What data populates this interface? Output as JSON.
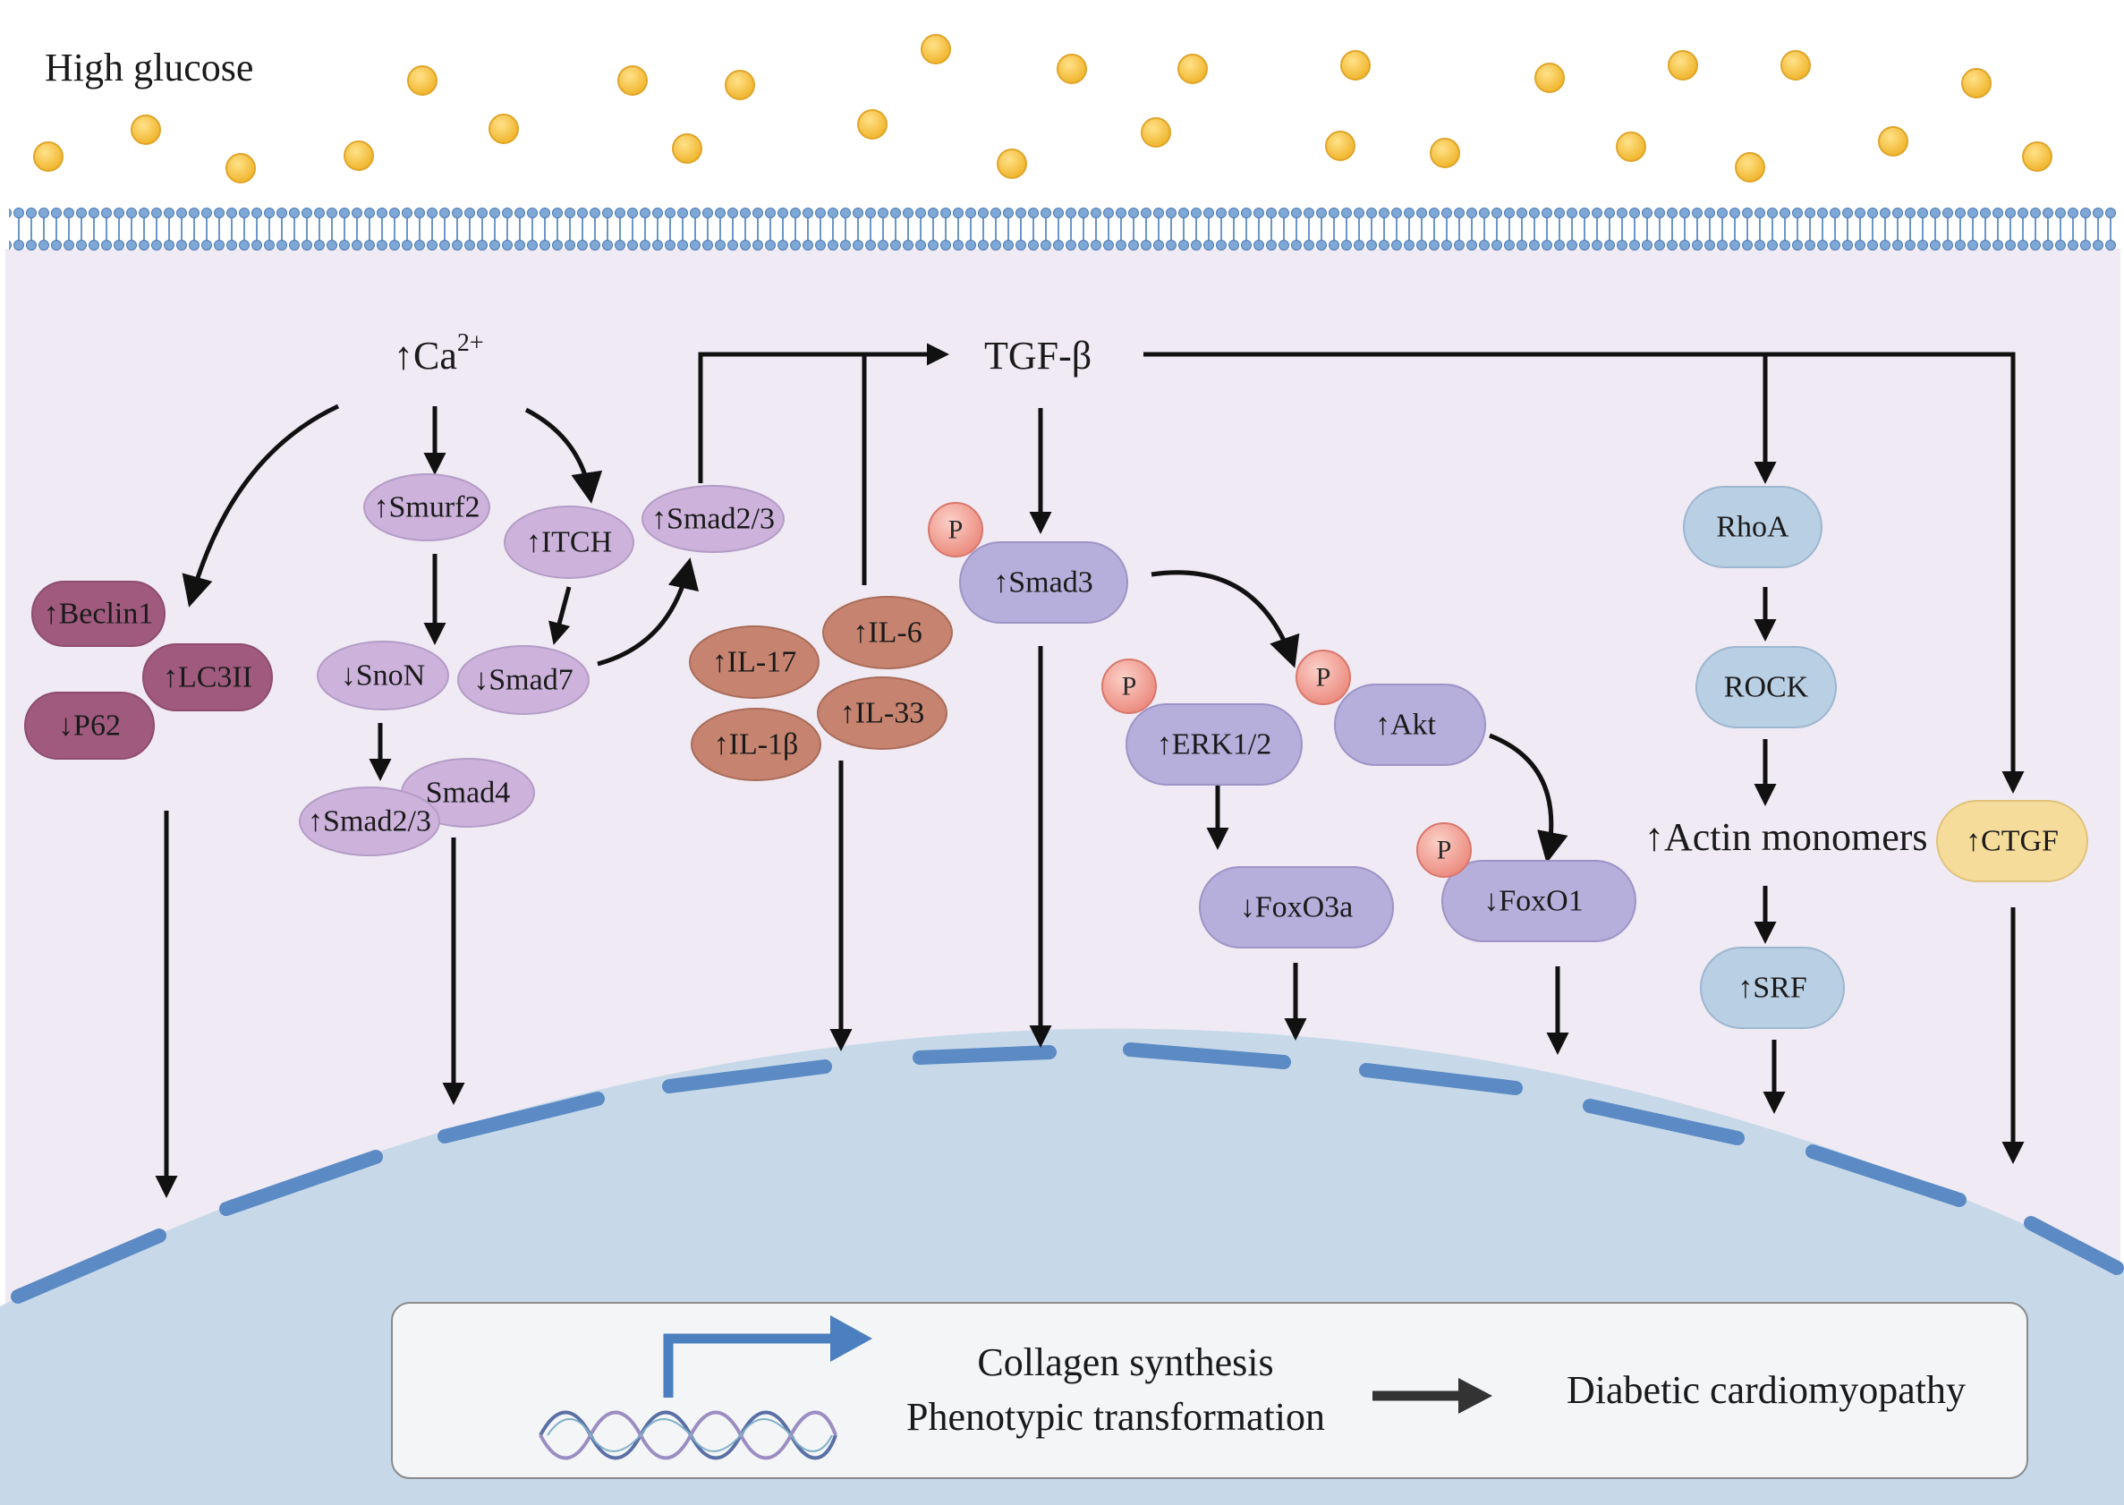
{
  "labels": {
    "high_glucose": "High glucose",
    "ca": "↑Ca",
    "ca_sup": "2+",
    "tgf": "TGF-β",
    "actin": "↑Actin monomers",
    "collagen": "Collagen synthesis",
    "phenotypic": "Phenotypic transformation",
    "dcm": "Diabetic cardiomyopathy",
    "p": "P"
  },
  "nodes": {
    "beclin1": "↑Beclin1",
    "lc3ii": "↑LC3II",
    "p62": "↓P62",
    "smurf2": "↑Smurf2",
    "itch": "↑ITCH",
    "smad23_top": "↑Smad2/3",
    "snon": "↓SnoN",
    "smad7": "↓Smad7",
    "smad4": "Smad4",
    "smad23_bottom": "↑Smad2/3",
    "il17": "↑IL-17",
    "il6": "↑IL-6",
    "il1b": "↑IL-1β",
    "il33": "↑IL-33",
    "smad3": "↑Smad3",
    "erk": "↑ERK1/2",
    "akt": "↑Akt",
    "foxo3a": "↓FoxO3a",
    "foxo1": "↓FoxO1",
    "rhoa": "RhoA",
    "rock": "ROCK",
    "srf": "↑SRF",
    "ctgf": "↑CTGF"
  },
  "colors": {
    "autophagy": "#a05a7e",
    "smad_family": "#cdb3dc",
    "interleukin": "#c68470",
    "pathway": "#b6aedb",
    "rho": "#b9cfe4",
    "ctgf": "#f6dc9b",
    "glucose": "#f2bf3a",
    "nucleus": "#c7d9e9",
    "nuclear_envelope": "#5b8ac4",
    "cytoplasm": "#efeaf3",
    "phospho": "#f1a39a"
  }
}
